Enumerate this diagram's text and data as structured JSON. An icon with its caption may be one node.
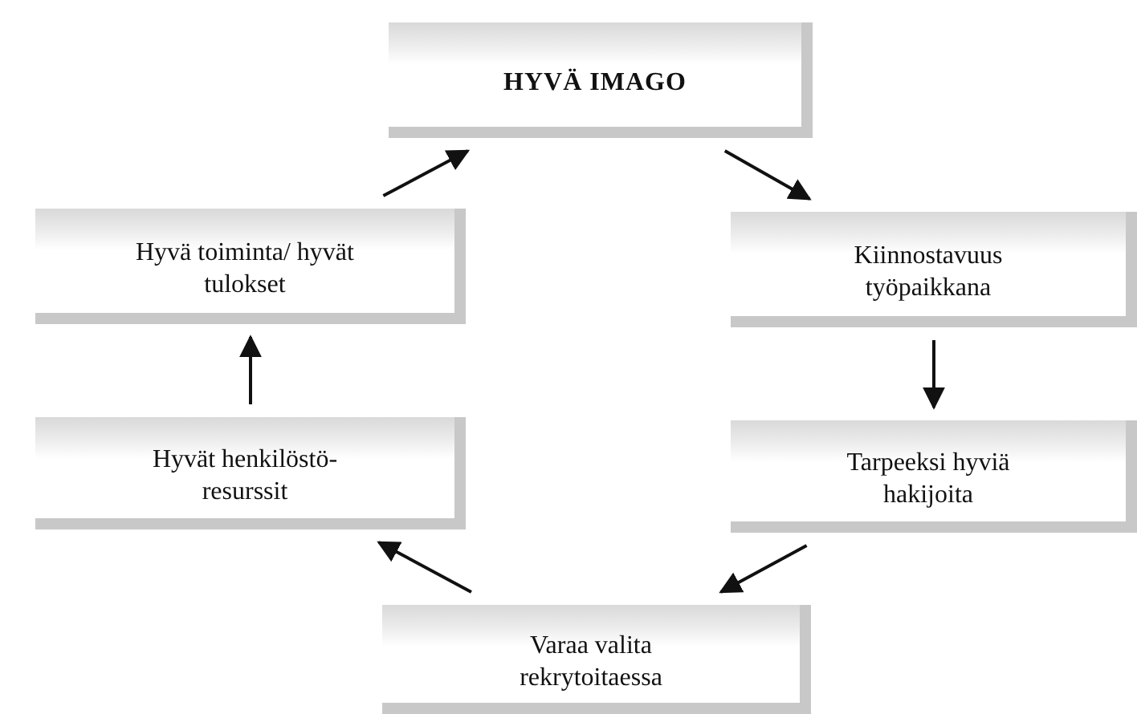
{
  "diagram": {
    "nodes": [
      {
        "text": [
          "HYVÄ IMAGO"
        ]
      },
      {
        "text": [
          "Kiinnostavuus työpaikkana"
        ]
      },
      {
        "text": [
          "Tarpeeksi hyviä hakijoita"
        ]
      },
      {
        "text": [
          "Varaa valita rekrytoitaessa"
        ]
      },
      {
        "text": [
          "Hyvät henkilöstö- resurssit"
        ]
      },
      {
        "text": [
          "Hyvä toiminta/ hyvät tulokset"
        ]
      }
    ],
    "edges": [
      {
        "from": 5,
        "to": 0,
        "arrow": "to"
      },
      {
        "from": 0,
        "to": 1,
        "arrow": "to"
      },
      {
        "from": 1,
        "to": 2,
        "arrow": "to"
      },
      {
        "from": 2,
        "to": 3,
        "arrow": "to"
      },
      {
        "from": 3,
        "to": 4,
        "arrow": "to"
      },
      {
        "from": 4,
        "to": 5,
        "arrow": "to"
      }
    ]
  }
}
